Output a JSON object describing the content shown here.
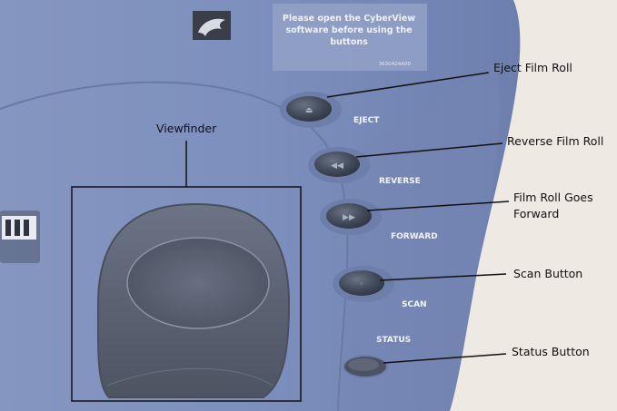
{
  "device": {
    "sticker_text": [
      "Please open the CyberView",
      "software before using the",
      "buttons"
    ],
    "sticker_code": "3630424A00",
    "logo": "dolphin-icon"
  },
  "buttons": {
    "eject": "EJECT",
    "reverse": "REVERSE",
    "forward": "FORWARD",
    "scan": "SCAN",
    "status": "STATUS"
  },
  "callouts": {
    "viewfinder": "Viewfinder",
    "eject": "Eject Film Roll",
    "reverse": "Reverse Film Roll",
    "forward_line1": "Film Roll Goes",
    "forward_line2": "Forward",
    "scan": "Scan Button",
    "status": "Status Button"
  },
  "colors": {
    "body": "#7a8bb8",
    "background": "#efe9e4",
    "button": "#3f4755"
  }
}
